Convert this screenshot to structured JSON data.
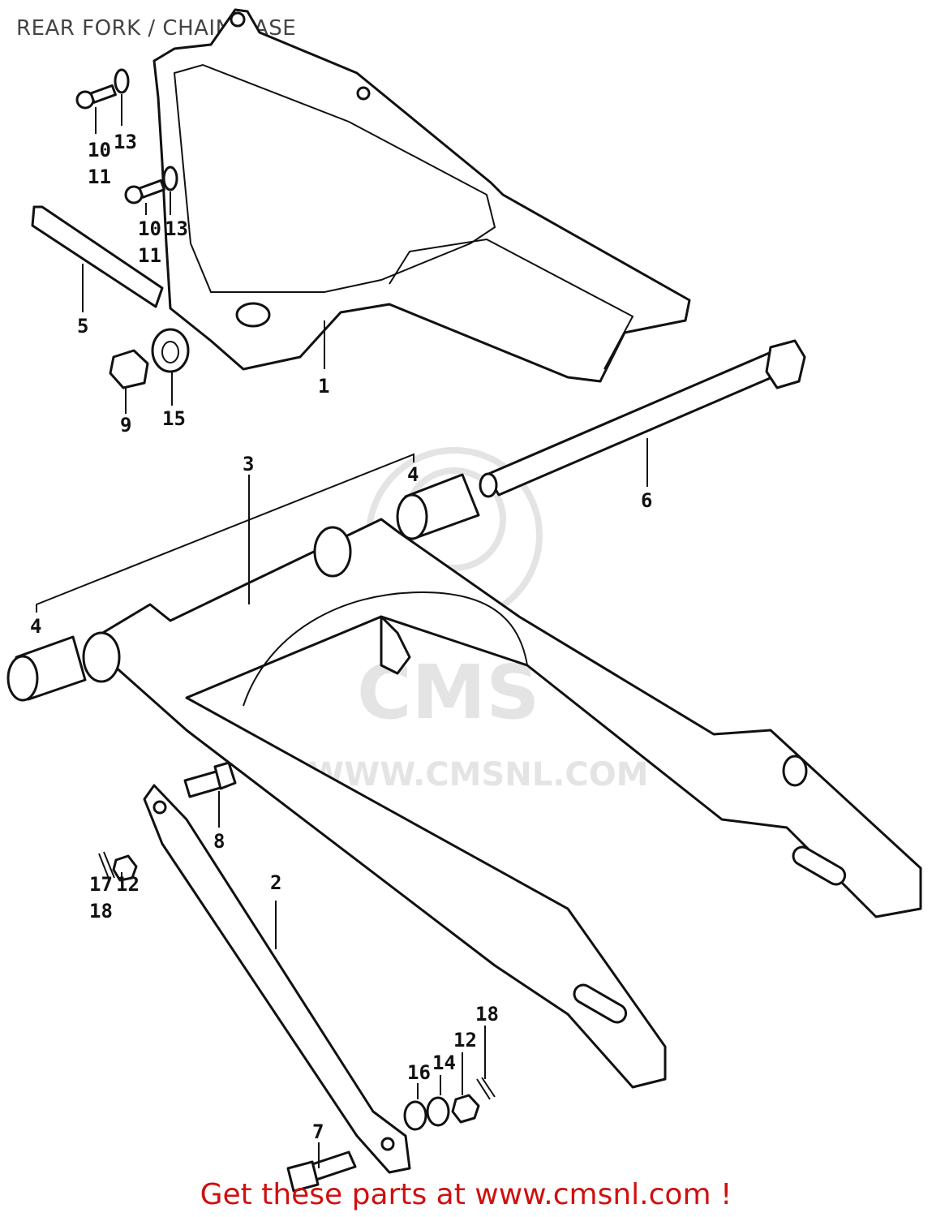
{
  "title": "REAR FORK / CHAIN CASE",
  "footer": "Get these parts at www.cmsnl.com !",
  "watermark": {
    "logo_text": "CMS",
    "url_text": "WWW.CMSNL.COM"
  },
  "callouts": [
    {
      "id": "c-10a",
      "text": "10"
    },
    {
      "id": "c-11a",
      "text": "11"
    },
    {
      "id": "c-13a",
      "text": "13"
    },
    {
      "id": "c-10b",
      "text": "10"
    },
    {
      "id": "c-11b",
      "text": "11"
    },
    {
      "id": "c-13b",
      "text": "13"
    },
    {
      "id": "c-5",
      "text": "5"
    },
    {
      "id": "c-1",
      "text": "1"
    },
    {
      "id": "c-9",
      "text": "9"
    },
    {
      "id": "c-15",
      "text": "15"
    },
    {
      "id": "c-3",
      "text": "3"
    },
    {
      "id": "c-4a",
      "text": "4"
    },
    {
      "id": "c-4b",
      "text": "4"
    },
    {
      "id": "c-6",
      "text": "6"
    },
    {
      "id": "c-8",
      "text": "8"
    },
    {
      "id": "c-17",
      "text": "17"
    },
    {
      "id": "c-18a",
      "text": "18"
    },
    {
      "id": "c-12a",
      "text": "12"
    },
    {
      "id": "c-2",
      "text": "2"
    },
    {
      "id": "c-18b",
      "text": "18"
    },
    {
      "id": "c-12b",
      "text": "12"
    },
    {
      "id": "c-16",
      "text": "16"
    },
    {
      "id": "c-14",
      "text": "14"
    },
    {
      "id": "c-7",
      "text": "7"
    }
  ]
}
